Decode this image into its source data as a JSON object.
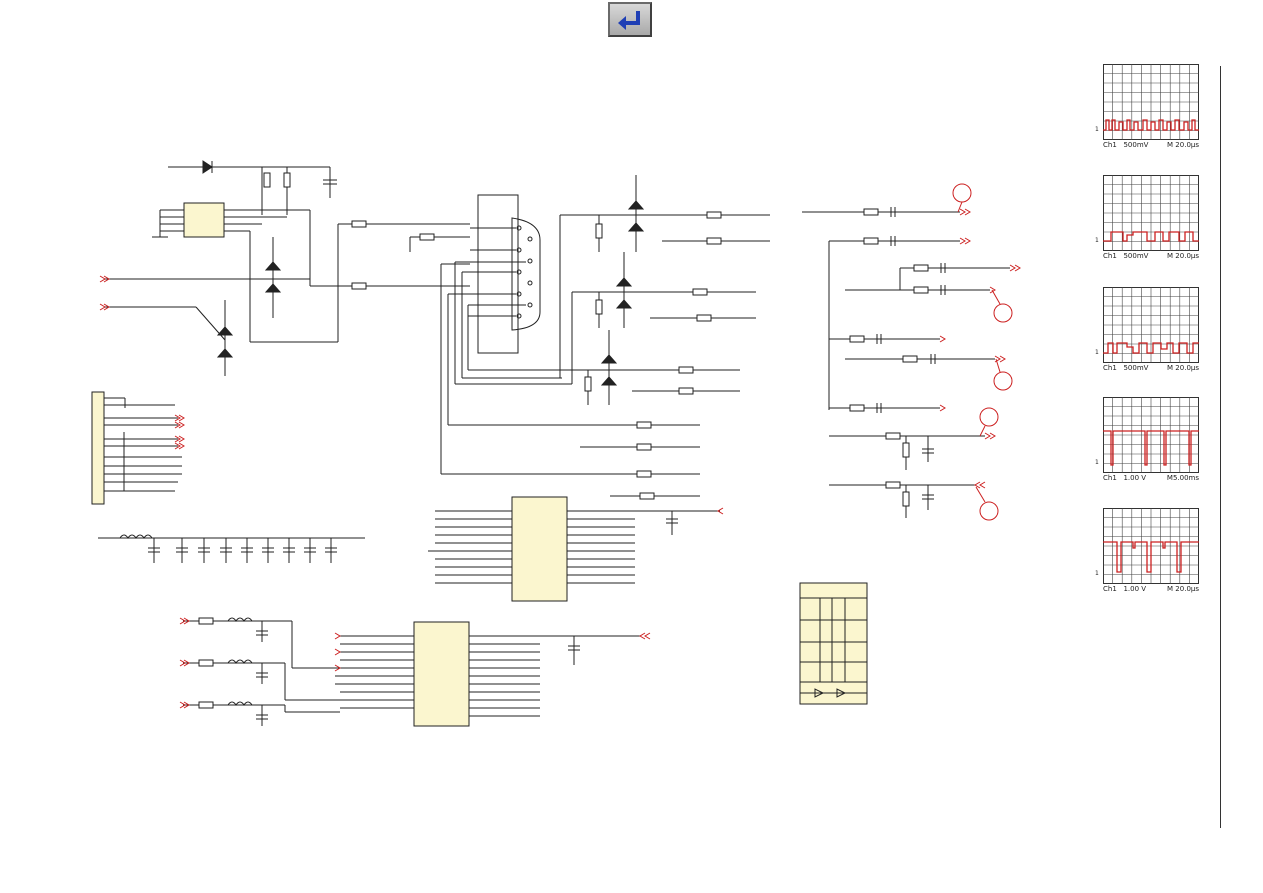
{
  "toolbar": {
    "back_icon": "return-arrow-icon"
  },
  "colors": {
    "wire": "#222222",
    "ic_fill": "#fbf6cf",
    "signal": "#cc2020",
    "scope_grid": "#444444",
    "button_arrow": "#1f3fb5"
  },
  "scopes": [
    {
      "channel": "Ch1",
      "volts": "500mV",
      "timebase": "M 20.0µs",
      "marker": "1"
    },
    {
      "channel": "Ch1",
      "volts": "500mV",
      "timebase": "M 20.0µs",
      "marker": "1"
    },
    {
      "channel": "Ch1",
      "volts": "500mV",
      "timebase": "M 20.0µs",
      "marker": "1"
    },
    {
      "channel": "Ch1",
      "volts": "1.00 V",
      "timebase": "M5.00ms",
      "marker": "1"
    },
    {
      "channel": "Ch1",
      "volts": "1.00 V",
      "timebase": "M 20.0µs",
      "marker": "1"
    }
  ]
}
